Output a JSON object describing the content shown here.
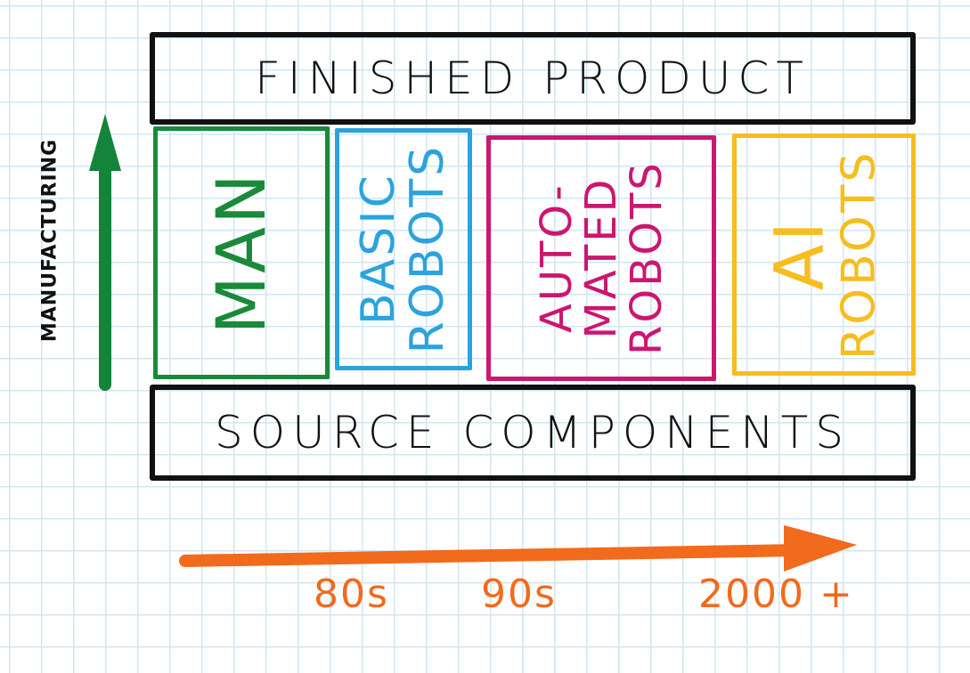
{
  "top_bar": {
    "label": "FINISHED PRODUCT"
  },
  "bottom_bar": {
    "label": "SOURCE COMPONENTS"
  },
  "axis_label": "MANUFACTURING",
  "stages": [
    {
      "lines": [
        "MAN"
      ],
      "color": "#1a8a3a"
    },
    {
      "lines": [
        "BASIC",
        "ROBOTS"
      ],
      "color": "#2aa3de"
    },
    {
      "lines": [
        "AUTO-",
        "MATED",
        "ROBOTS"
      ],
      "color": "#cc1670"
    },
    {
      "lines": [
        "AI",
        "ROBOTS"
      ],
      "color": "#f5bd1e"
    }
  ],
  "eras": [
    "80s",
    "90s",
    "2000 +"
  ],
  "colors": {
    "ink": "#111111",
    "up_arrow": "#13843a",
    "timeline_arrow": "#f26a1b"
  }
}
